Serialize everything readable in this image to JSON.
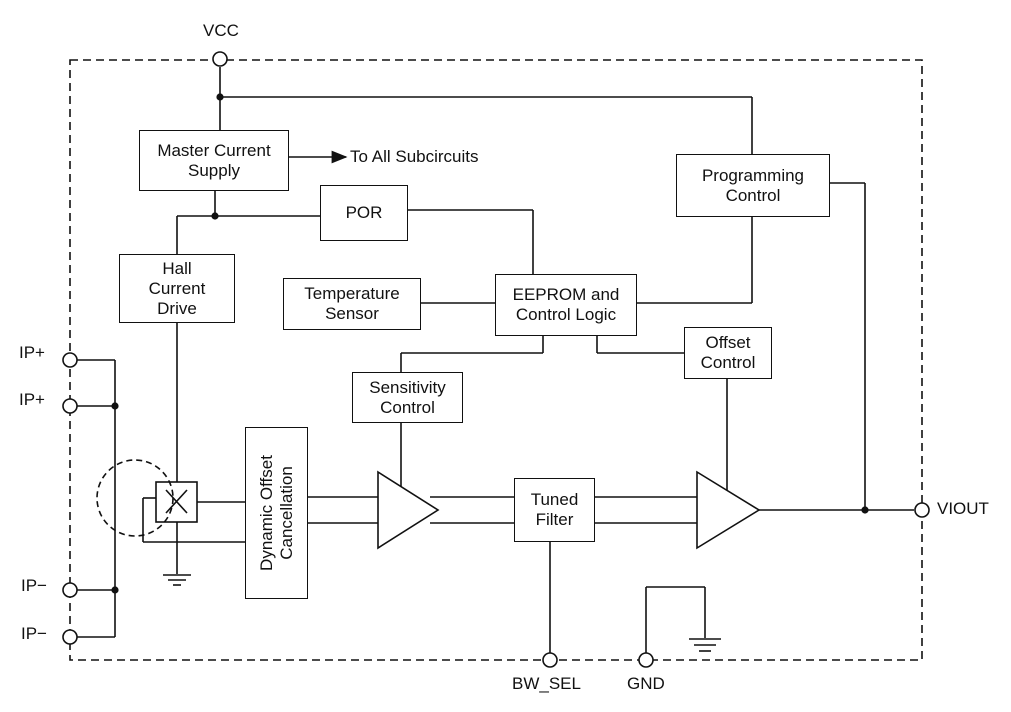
{
  "pins": {
    "vcc": "VCC",
    "ip_plus_1": "IP+",
    "ip_plus_2": "IP+",
    "ip_minus_1": "IP−",
    "ip_minus_2": "IP−",
    "viout": "VIOUT",
    "bw_sel": "BW_SEL",
    "gnd": "GND"
  },
  "blocks": {
    "master_current_supply": "Master Current\nSupply",
    "por": "POR",
    "programming_control": "Programming\nControl",
    "hall_current_drive": "Hall\nCurrent\nDrive",
    "temperature_sensor": "Temperature\nSensor",
    "eeprom_control_logic": "EEPROM and\nControl Logic",
    "offset_control": "Offset\nControl",
    "sensitivity_control": "Sensitivity\nControl",
    "dynamic_offset_cancellation": "Dynamic Offset\nCancellation",
    "tuned_filter": "Tuned\nFilter"
  },
  "annotations": {
    "to_all_subcircuits": "To All Subcircuits"
  }
}
